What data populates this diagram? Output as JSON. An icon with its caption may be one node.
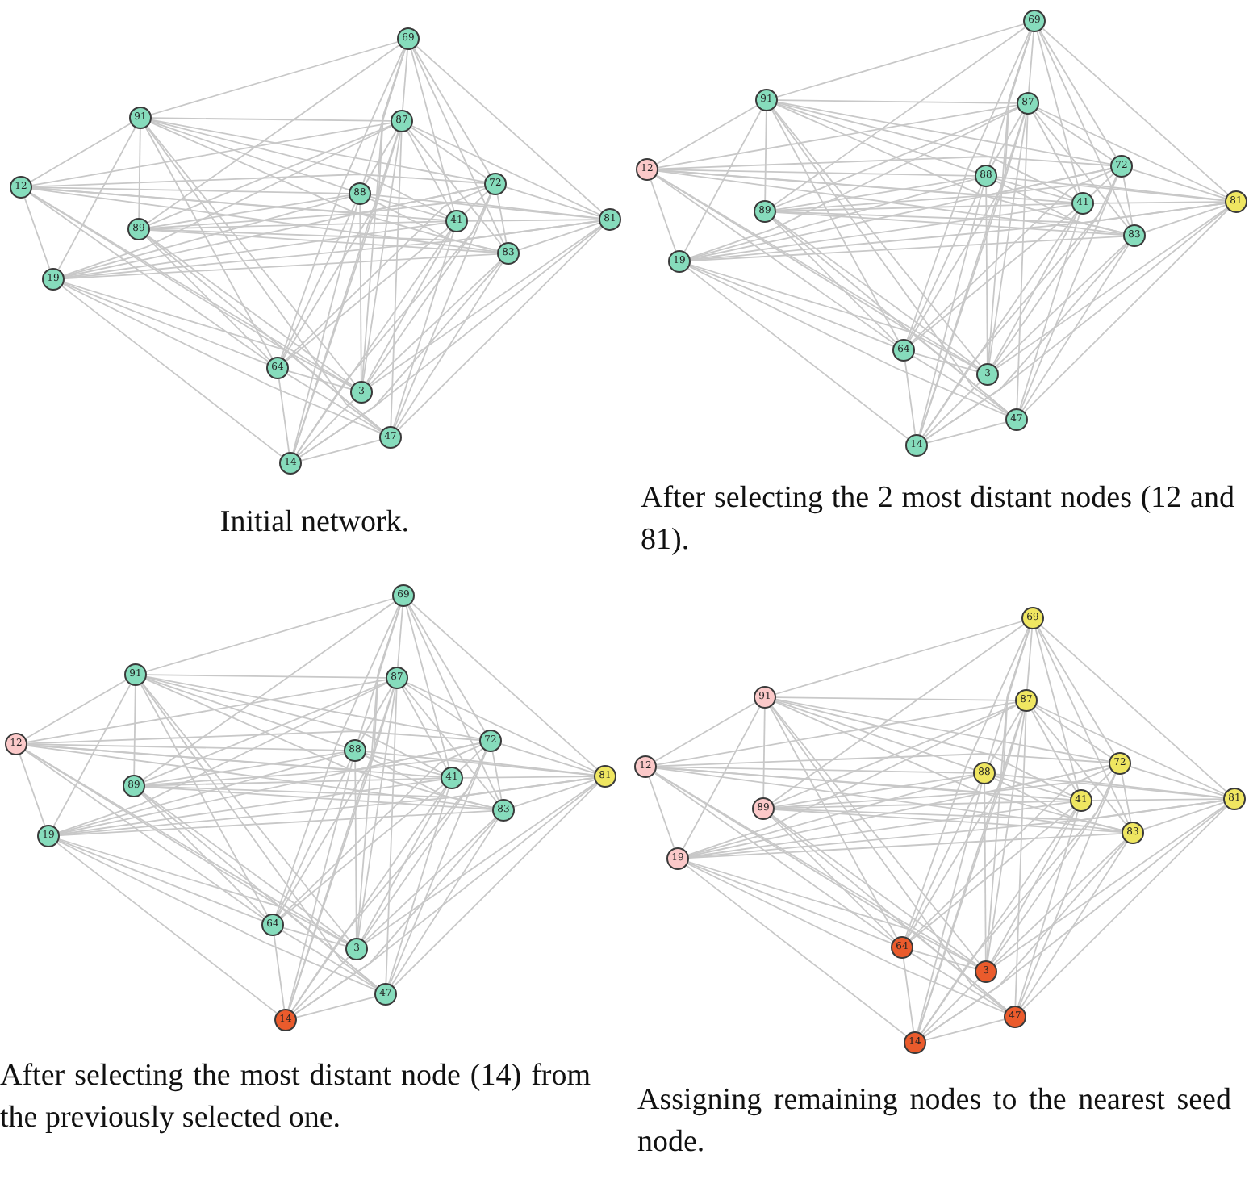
{
  "diagram": {
    "nodes": [
      {
        "text": [
          "69"
        ]
      },
      {
        "text": [
          "91"
        ]
      },
      {
        "text": [
          "87"
        ]
      },
      {
        "text": [
          "12"
        ]
      },
      {
        "text": [
          "88"
        ]
      },
      {
        "text": [
          "72"
        ]
      },
      {
        "text": [
          "89"
        ]
      },
      {
        "text": [
          "41"
        ]
      },
      {
        "text": [
          "81"
        ]
      },
      {
        "text": [
          "19"
        ]
      },
      {
        "text": [
          "83"
        ]
      },
      {
        "text": [
          "64"
        ]
      },
      {
        "text": [
          "3"
        ]
      },
      {
        "text": [
          "47"
        ]
      },
      {
        "text": [
          "14"
        ]
      },
      {
        "text": [
          "69"
        ]
      },
      {
        "text": [
          "91"
        ]
      },
      {
        "text": [
          "87"
        ]
      },
      {
        "text": [
          "12"
        ]
      },
      {
        "text": [
          "88"
        ]
      },
      {
        "text": [
          "72"
        ]
      },
      {
        "text": [
          "89"
        ]
      },
      {
        "text": [
          "41"
        ]
      },
      {
        "text": [
          "81"
        ]
      },
      {
        "text": [
          "19"
        ]
      },
      {
        "text": [
          "83"
        ]
      },
      {
        "text": [
          "64"
        ]
      },
      {
        "text": [
          "3"
        ]
      },
      {
        "text": [
          "47"
        ]
      },
      {
        "text": [
          "14"
        ]
      },
      {
        "text": [
          "69"
        ]
      },
      {
        "text": [
          "91"
        ]
      },
      {
        "text": [
          "87"
        ]
      },
      {
        "text": [
          "12"
        ]
      },
      {
        "text": [
          "88"
        ]
      },
      {
        "text": [
          "72"
        ]
      },
      {
        "text": [
          "89"
        ]
      },
      {
        "text": [
          "41"
        ]
      },
      {
        "text": [
          "81"
        ]
      },
      {
        "text": [
          "19"
        ]
      },
      {
        "text": [
          "83"
        ]
      },
      {
        "text": [
          "64"
        ]
      },
      {
        "text": [
          "3"
        ]
      },
      {
        "text": [
          "47"
        ]
      },
      {
        "text": [
          "14"
        ]
      },
      {
        "text": [
          "69"
        ]
      },
      {
        "text": [
          "91"
        ]
      },
      {
        "text": [
          "87"
        ]
      },
      {
        "text": [
          "12"
        ]
      },
      {
        "text": [
          "88"
        ]
      },
      {
        "text": [
          "72"
        ]
      },
      {
        "text": [
          "89"
        ]
      },
      {
        "text": [
          "41"
        ]
      },
      {
        "text": [
          "81"
        ]
      },
      {
        "text": [
          "19"
        ]
      },
      {
        "text": [
          "83"
        ]
      },
      {
        "text": [
          "64"
        ]
      },
      {
        "text": [
          "3"
        ]
      },
      {
        "text": [
          "47"
        ]
      },
      {
        "text": [
          "14"
        ]
      }
    ],
    "edges": [
      {
        "from": 0,
        "to": 1,
        "arrow": "none"
      },
      {
        "from": 0,
        "to": 6,
        "arrow": "none"
      },
      {
        "from": 0,
        "to": 2,
        "arrow": "none"
      },
      {
        "from": 0,
        "to": 4,
        "arrow": "none"
      },
      {
        "from": 0,
        "to": 7,
        "arrow": "none"
      },
      {
        "from": 0,
        "to": 5,
        "arrow": "none"
      },
      {
        "from": 0,
        "to": 10,
        "arrow": "none"
      },
      {
        "from": 0,
        "to": 8,
        "arrow": "none"
      },
      {
        "from": 0,
        "to": 12,
        "arrow": "none"
      },
      {
        "from": 0,
        "to": 14,
        "arrow": "none"
      },
      {
        "from": 0,
        "to": 11,
        "arrow": "none"
      },
      {
        "from": 1,
        "to": 3,
        "arrow": "none"
      },
      {
        "from": 1,
        "to": 9,
        "arrow": "none"
      },
      {
        "from": 1,
        "to": 6,
        "arrow": "none"
      },
      {
        "from": 1,
        "to": 2,
        "arrow": "none"
      },
      {
        "from": 1,
        "to": 4,
        "arrow": "none"
      },
      {
        "from": 1,
        "to": 7,
        "arrow": "none"
      },
      {
        "from": 1,
        "to": 5,
        "arrow": "none"
      },
      {
        "from": 1,
        "to": 10,
        "arrow": "none"
      },
      {
        "from": 1,
        "to": 11,
        "arrow": "none"
      },
      {
        "from": 1,
        "to": 12,
        "arrow": "none"
      },
      {
        "from": 1,
        "to": 13,
        "arrow": "none"
      },
      {
        "from": 2,
        "to": 3,
        "arrow": "none"
      },
      {
        "from": 2,
        "to": 6,
        "arrow": "none"
      },
      {
        "from": 2,
        "to": 9,
        "arrow": "none"
      },
      {
        "from": 2,
        "to": 4,
        "arrow": "none"
      },
      {
        "from": 2,
        "to": 7,
        "arrow": "none"
      },
      {
        "from": 2,
        "to": 5,
        "arrow": "none"
      },
      {
        "from": 2,
        "to": 10,
        "arrow": "none"
      },
      {
        "from": 2,
        "to": 8,
        "arrow": "none"
      },
      {
        "from": 2,
        "to": 11,
        "arrow": "none"
      },
      {
        "from": 2,
        "to": 12,
        "arrow": "none"
      },
      {
        "from": 2,
        "to": 13,
        "arrow": "none"
      },
      {
        "from": 2,
        "to": 14,
        "arrow": "none"
      },
      {
        "from": 3,
        "to": 5,
        "arrow": "none"
      },
      {
        "from": 3,
        "to": 4,
        "arrow": "none"
      },
      {
        "from": 3,
        "to": 7,
        "arrow": "none"
      },
      {
        "from": 3,
        "to": 9,
        "arrow": "none"
      },
      {
        "from": 3,
        "to": 11,
        "arrow": "none"
      },
      {
        "from": 3,
        "to": 13,
        "arrow": "none"
      },
      {
        "from": 3,
        "to": 12,
        "arrow": "none"
      },
      {
        "from": 3,
        "to": 8,
        "arrow": "none"
      },
      {
        "from": 3,
        "to": 10,
        "arrow": "none"
      },
      {
        "from": 4,
        "to": 6,
        "arrow": "none"
      },
      {
        "from": 4,
        "to": 9,
        "arrow": "none"
      },
      {
        "from": 4,
        "to": 8,
        "arrow": "none"
      },
      {
        "from": 4,
        "to": 10,
        "arrow": "none"
      },
      {
        "from": 4,
        "to": 11,
        "arrow": "none"
      },
      {
        "from": 4,
        "to": 12,
        "arrow": "none"
      },
      {
        "from": 4,
        "to": 14,
        "arrow": "none"
      },
      {
        "from": 4,
        "to": 7,
        "arrow": "none"
      },
      {
        "from": 5,
        "to": 6,
        "arrow": "none"
      },
      {
        "from": 5,
        "to": 9,
        "arrow": "none"
      },
      {
        "from": 5,
        "to": 8,
        "arrow": "none"
      },
      {
        "from": 5,
        "to": 7,
        "arrow": "none"
      },
      {
        "from": 5,
        "to": 10,
        "arrow": "none"
      },
      {
        "from": 5,
        "to": 12,
        "arrow": "none"
      },
      {
        "from": 5,
        "to": 13,
        "arrow": "none"
      },
      {
        "from": 5,
        "to": 14,
        "arrow": "none"
      },
      {
        "from": 5,
        "to": 11,
        "arrow": "none"
      },
      {
        "from": 6,
        "to": 7,
        "arrow": "none"
      },
      {
        "from": 6,
        "to": 8,
        "arrow": "none"
      },
      {
        "from": 6,
        "to": 10,
        "arrow": "none"
      },
      {
        "from": 6,
        "to": 11,
        "arrow": "none"
      },
      {
        "from": 6,
        "to": 12,
        "arrow": "none"
      },
      {
        "from": 6,
        "to": 13,
        "arrow": "none"
      },
      {
        "from": 7,
        "to": 9,
        "arrow": "none"
      },
      {
        "from": 7,
        "to": 8,
        "arrow": "none"
      },
      {
        "from": 7,
        "to": 11,
        "arrow": "none"
      },
      {
        "from": 7,
        "to": 12,
        "arrow": "none"
      },
      {
        "from": 7,
        "to": 13,
        "arrow": "none"
      },
      {
        "from": 7,
        "to": 14,
        "arrow": "none"
      },
      {
        "from": 8,
        "to": 9,
        "arrow": "none"
      },
      {
        "from": 8,
        "to": 10,
        "arrow": "none"
      },
      {
        "from": 8,
        "to": 12,
        "arrow": "none"
      },
      {
        "from": 8,
        "to": 13,
        "arrow": "none"
      },
      {
        "from": 8,
        "to": 14,
        "arrow": "none"
      },
      {
        "from": 9,
        "to": 10,
        "arrow": "none"
      },
      {
        "from": 9,
        "to": 11,
        "arrow": "none"
      },
      {
        "from": 9,
        "to": 12,
        "arrow": "none"
      },
      {
        "from": 9,
        "to": 13,
        "arrow": "none"
      },
      {
        "from": 9,
        "to": 14,
        "arrow": "none"
      },
      {
        "from": 10,
        "to": 12,
        "arrow": "none"
      },
      {
        "from": 10,
        "to": 14,
        "arrow": "none"
      },
      {
        "from": 10,
        "to": 13,
        "arrow": "none"
      },
      {
        "from": 11,
        "to": 12,
        "arrow": "none"
      },
      {
        "from": 11,
        "to": 13,
        "arrow": "none"
      },
      {
        "from": 11,
        "to": 14,
        "arrow": "none"
      },
      {
        "from": 12,
        "to": 14,
        "arrow": "none"
      },
      {
        "from": 13,
        "to": 14,
        "arrow": "none"
      },
      {
        "from": 15,
        "to": 16,
        "arrow": "none"
      },
      {
        "from": 15,
        "to": 21,
        "arrow": "none"
      },
      {
        "from": 15,
        "to": 17,
        "arrow": "none"
      },
      {
        "from": 15,
        "to": 19,
        "arrow": "none"
      },
      {
        "from": 15,
        "to": 22,
        "arrow": "none"
      },
      {
        "from": 15,
        "to": 20,
        "arrow": "none"
      },
      {
        "from": 15,
        "to": 25,
        "arrow": "none"
      },
      {
        "from": 15,
        "to": 23,
        "arrow": "none"
      },
      {
        "from": 15,
        "to": 27,
        "arrow": "none"
      },
      {
        "from": 15,
        "to": 29,
        "arrow": "none"
      },
      {
        "from": 15,
        "to": 26,
        "arrow": "none"
      },
      {
        "from": 16,
        "to": 18,
        "arrow": "none"
      },
      {
        "from": 16,
        "to": 24,
        "arrow": "none"
      },
      {
        "from": 16,
        "to": 21,
        "arrow": "none"
      },
      {
        "from": 16,
        "to": 17,
        "arrow": "none"
      },
      {
        "from": 16,
        "to": 19,
        "arrow": "none"
      },
      {
        "from": 16,
        "to": 22,
        "arrow": "none"
      },
      {
        "from": 16,
        "to": 20,
        "arrow": "none"
      },
      {
        "from": 16,
        "to": 25,
        "arrow": "none"
      },
      {
        "from": 16,
        "to": 26,
        "arrow": "none"
      },
      {
        "from": 16,
        "to": 27,
        "arrow": "none"
      },
      {
        "from": 16,
        "to": 28,
        "arrow": "none"
      },
      {
        "from": 17,
        "to": 18,
        "arrow": "none"
      },
      {
        "from": 17,
        "to": 21,
        "arrow": "none"
      },
      {
        "from": 17,
        "to": 24,
        "arrow": "none"
      },
      {
        "from": 17,
        "to": 19,
        "arrow": "none"
      },
      {
        "from": 17,
        "to": 22,
        "arrow": "none"
      },
      {
        "from": 17,
        "to": 20,
        "arrow": "none"
      },
      {
        "from": 17,
        "to": 25,
        "arrow": "none"
      },
      {
        "from": 17,
        "to": 23,
        "arrow": "none"
      },
      {
        "from": 17,
        "to": 26,
        "arrow": "none"
      },
      {
        "from": 17,
        "to": 27,
        "arrow": "none"
      },
      {
        "from": 17,
        "to": 28,
        "arrow": "none"
      },
      {
        "from": 17,
        "to": 29,
        "arrow": "none"
      },
      {
        "from": 18,
        "to": 20,
        "arrow": "none"
      },
      {
        "from": 18,
        "to": 19,
        "arrow": "none"
      },
      {
        "from": 18,
        "to": 22,
        "arrow": "none"
      },
      {
        "from": 18,
        "to": 24,
        "arrow": "none"
      },
      {
        "from": 18,
        "to": 26,
        "arrow": "none"
      },
      {
        "from": 18,
        "to": 28,
        "arrow": "none"
      },
      {
        "from": 18,
        "to": 27,
        "arrow": "none"
      },
      {
        "from": 18,
        "to": 23,
        "arrow": "none"
      },
      {
        "from": 18,
        "to": 25,
        "arrow": "none"
      },
      {
        "from": 19,
        "to": 21,
        "arrow": "none"
      },
      {
        "from": 19,
        "to": 24,
        "arrow": "none"
      },
      {
        "from": 19,
        "to": 23,
        "arrow": "none"
      },
      {
        "from": 19,
        "to": 25,
        "arrow": "none"
      },
      {
        "from": 19,
        "to": 26,
        "arrow": "none"
      },
      {
        "from": 19,
        "to": 27,
        "arrow": "none"
      },
      {
        "from": 19,
        "to": 29,
        "arrow": "none"
      },
      {
        "from": 19,
        "to": 22,
        "arrow": "none"
      },
      {
        "from": 20,
        "to": 21,
        "arrow": "none"
      },
      {
        "from": 20,
        "to": 24,
        "arrow": "none"
      },
      {
        "from": 20,
        "to": 23,
        "arrow": "none"
      },
      {
        "from": 20,
        "to": 22,
        "arrow": "none"
      },
      {
        "from": 20,
        "to": 25,
        "arrow": "none"
      },
      {
        "from": 20,
        "to": 27,
        "arrow": "none"
      },
      {
        "from": 20,
        "to": 28,
        "arrow": "none"
      },
      {
        "from": 20,
        "to": 29,
        "arrow": "none"
      },
      {
        "from": 20,
        "to": 26,
        "arrow": "none"
      },
      {
        "from": 21,
        "to": 22,
        "arrow": "none"
      },
      {
        "from": 21,
        "to": 23,
        "arrow": "none"
      },
      {
        "from": 21,
        "to": 25,
        "arrow": "none"
      },
      {
        "from": 21,
        "to": 26,
        "arrow": "none"
      },
      {
        "from": 21,
        "to": 27,
        "arrow": "none"
      },
      {
        "from": 21,
        "to": 28,
        "arrow": "none"
      },
      {
        "from": 22,
        "to": 24,
        "arrow": "none"
      },
      {
        "from": 22,
        "to": 23,
        "arrow": "none"
      },
      {
        "from": 22,
        "to": 26,
        "arrow": "none"
      },
      {
        "from": 22,
        "to": 27,
        "arrow": "none"
      },
      {
        "from": 22,
        "to": 28,
        "arrow": "none"
      },
      {
        "from": 22,
        "to": 29,
        "arrow": "none"
      },
      {
        "from": 23,
        "to": 24,
        "arrow": "none"
      },
      {
        "from": 23,
        "to": 25,
        "arrow": "none"
      },
      {
        "from": 23,
        "to": 27,
        "arrow": "none"
      },
      {
        "from": 23,
        "to": 28,
        "arrow": "none"
      },
      {
        "from": 23,
        "to": 29,
        "arrow": "none"
      },
      {
        "from": 24,
        "to": 25,
        "arrow": "none"
      },
      {
        "from": 24,
        "to": 26,
        "arrow": "none"
      },
      {
        "from": 24,
        "to": 27,
        "arrow": "none"
      },
      {
        "from": 24,
        "to": 28,
        "arrow": "none"
      },
      {
        "from": 24,
        "to": 29,
        "arrow": "none"
      },
      {
        "from": 25,
        "to": 27,
        "arrow": "none"
      },
      {
        "from": 25,
        "to": 29,
        "arrow": "none"
      },
      {
        "from": 25,
        "to": 28,
        "arrow": "none"
      },
      {
        "from": 26,
        "to": 27,
        "arrow": "none"
      },
      {
        "from": 26,
        "to": 28,
        "arrow": "none"
      },
      {
        "from": 26,
        "to": 29,
        "arrow": "none"
      },
      {
        "from": 27,
        "to": 29,
        "arrow": "none"
      },
      {
        "from": 28,
        "to": 29,
        "arrow": "none"
      },
      {
        "from": 30,
        "to": 31,
        "arrow": "none"
      },
      {
        "from": 30,
        "to": 36,
        "arrow": "none"
      },
      {
        "from": 30,
        "to": 32,
        "arrow": "none"
      },
      {
        "from": 30,
        "to": 34,
        "arrow": "none"
      },
      {
        "from": 30,
        "to": 37,
        "arrow": "none"
      },
      {
        "from": 30,
        "to": 35,
        "arrow": "none"
      },
      {
        "from": 30,
        "to": 40,
        "arrow": "none"
      },
      {
        "from": 30,
        "to": 38,
        "arrow": "none"
      },
      {
        "from": 30,
        "to": 42,
        "arrow": "none"
      },
      {
        "from": 30,
        "to": 44,
        "arrow": "none"
      },
      {
        "from": 30,
        "to": 41,
        "arrow": "none"
      },
      {
        "from": 31,
        "to": 33,
        "arrow": "none"
      },
      {
        "from": 31,
        "to": 39,
        "arrow": "none"
      },
      {
        "from": 31,
        "to": 36,
        "arrow": "none"
      },
      {
        "from": 31,
        "to": 32,
        "arrow": "none"
      },
      {
        "from": 31,
        "to": 34,
        "arrow": "none"
      },
      {
        "from": 31,
        "to": 37,
        "arrow": "none"
      },
      {
        "from": 31,
        "to": 35,
        "arrow": "none"
      },
      {
        "from": 31,
        "to": 40,
        "arrow": "none"
      },
      {
        "from": 31,
        "to": 41,
        "arrow": "none"
      },
      {
        "from": 31,
        "to": 42,
        "arrow": "none"
      },
      {
        "from": 31,
        "to": 43,
        "arrow": "none"
      },
      {
        "from": 32,
        "to": 33,
        "arrow": "none"
      },
      {
        "from": 32,
        "to": 36,
        "arrow": "none"
      },
      {
        "from": 32,
        "to": 39,
        "arrow": "none"
      },
      {
        "from": 32,
        "to": 34,
        "arrow": "none"
      },
      {
        "from": 32,
        "to": 37,
        "arrow": "none"
      },
      {
        "from": 32,
        "to": 35,
        "arrow": "none"
      },
      {
        "from": 32,
        "to": 40,
        "arrow": "none"
      },
      {
        "from": 32,
        "to": 38,
        "arrow": "none"
      },
      {
        "from": 32,
        "to": 41,
        "arrow": "none"
      },
      {
        "from": 32,
        "to": 42,
        "arrow": "none"
      },
      {
        "from": 32,
        "to": 43,
        "arrow": "none"
      },
      {
        "from": 32,
        "to": 44,
        "arrow": "none"
      },
      {
        "from": 33,
        "to": 35,
        "arrow": "none"
      },
      {
        "from": 33,
        "to": 34,
        "arrow": "none"
      },
      {
        "from": 33,
        "to": 37,
        "arrow": "none"
      },
      {
        "from": 33,
        "to": 39,
        "arrow": "none"
      },
      {
        "from": 33,
        "to": 41,
        "arrow": "none"
      },
      {
        "from": 33,
        "to": 43,
        "arrow": "none"
      },
      {
        "from": 33,
        "to": 42,
        "arrow": "none"
      },
      {
        "from": 33,
        "to": 38,
        "arrow": "none"
      },
      {
        "from": 33,
        "to": 40,
        "arrow": "none"
      },
      {
        "from": 34,
        "to": 36,
        "arrow": "none"
      },
      {
        "from": 34,
        "to": 39,
        "arrow": "none"
      },
      {
        "from": 34,
        "to": 38,
        "arrow": "none"
      },
      {
        "from": 34,
        "to": 40,
        "arrow": "none"
      },
      {
        "from": 34,
        "to": 41,
        "arrow": "none"
      },
      {
        "from": 34,
        "to": 42,
        "arrow": "none"
      },
      {
        "from": 34,
        "to": 44,
        "arrow": "none"
      },
      {
        "from": 34,
        "to": 37,
        "arrow": "none"
      },
      {
        "from": 35,
        "to": 36,
        "arrow": "none"
      },
      {
        "from": 35,
        "to": 39,
        "arrow": "none"
      },
      {
        "from": 35,
        "to": 38,
        "arrow": "none"
      },
      {
        "from": 35,
        "to": 37,
        "arrow": "none"
      },
      {
        "from": 35,
        "to": 40,
        "arrow": "none"
      },
      {
        "from": 35,
        "to": 42,
        "arrow": "none"
      },
      {
        "from": 35,
        "to": 43,
        "arrow": "none"
      },
      {
        "from": 35,
        "to": 44,
        "arrow": "none"
      },
      {
        "from": 35,
        "to": 41,
        "arrow": "none"
      },
      {
        "from": 36,
        "to": 37,
        "arrow": "none"
      },
      {
        "from": 36,
        "to": 38,
        "arrow": "none"
      },
      {
        "from": 36,
        "to": 40,
        "arrow": "none"
      },
      {
        "from": 36,
        "to": 41,
        "arrow": "none"
      },
      {
        "from": 36,
        "to": 42,
        "arrow": "none"
      },
      {
        "from": 36,
        "to": 43,
        "arrow": "none"
      },
      {
        "from": 37,
        "to": 39,
        "arrow": "none"
      },
      {
        "from": 37,
        "to": 38,
        "arrow": "none"
      },
      {
        "from": 37,
        "to": 41,
        "arrow": "none"
      },
      {
        "from": 37,
        "to": 42,
        "arrow": "none"
      },
      {
        "from": 37,
        "to": 43,
        "arrow": "none"
      },
      {
        "from": 37,
        "to": 44,
        "arrow": "none"
      },
      {
        "from": 38,
        "to": 39,
        "arrow": "none"
      },
      {
        "from": 38,
        "to": 40,
        "arrow": "none"
      },
      {
        "from": 38,
        "to": 42,
        "arrow": "none"
      },
      {
        "from": 38,
        "to": 43,
        "arrow": "none"
      },
      {
        "from": 38,
        "to": 44,
        "arrow": "none"
      },
      {
        "from": 39,
        "to": 40,
        "arrow": "none"
      },
      {
        "from": 39,
        "to": 41,
        "arrow": "none"
      },
      {
        "from": 39,
        "to": 42,
        "arrow": "none"
      },
      {
        "from": 39,
        "to": 43,
        "arrow": "none"
      },
      {
        "from": 39,
        "to": 44,
        "arrow": "none"
      },
      {
        "from": 40,
        "to": 42,
        "arrow": "none"
      },
      {
        "from": 40,
        "to": 44,
        "arrow": "none"
      },
      {
        "from": 40,
        "to": 43,
        "arrow": "none"
      },
      {
        "from": 41,
        "to": 42,
        "arrow": "none"
      },
      {
        "from": 41,
        "to": 43,
        "arrow": "none"
      },
      {
        "from": 41,
        "to": 44,
        "arrow": "none"
      },
      {
        "from": 42,
        "to": 44,
        "arrow": "none"
      },
      {
        "from": 43,
        "to": 44,
        "arrow": "none"
      },
      {
        "from": 45,
        "to": 46,
        "arrow": "none"
      },
      {
        "from": 45,
        "to": 51,
        "arrow": "none"
      },
      {
        "from": 45,
        "to": 47,
        "arrow": "none"
      },
      {
        "from": 45,
        "to": 49,
        "arrow": "none"
      },
      {
        "from": 45,
        "to": 52,
        "arrow": "none"
      },
      {
        "from": 45,
        "to": 50,
        "arrow": "none"
      },
      {
        "from": 45,
        "to": 55,
        "arrow": "none"
      },
      {
        "from": 45,
        "to": 53,
        "arrow": "none"
      },
      {
        "from": 45,
        "to": 57,
        "arrow": "none"
      },
      {
        "from": 45,
        "to": 59,
        "arrow": "none"
      },
      {
        "from": 45,
        "to": 56,
        "arrow": "none"
      },
      {
        "from": 46,
        "to": 48,
        "arrow": "none"
      },
      {
        "from": 46,
        "to": 54,
        "arrow": "none"
      },
      {
        "from": 46,
        "to": 51,
        "arrow": "none"
      },
      {
        "from": 46,
        "to": 47,
        "arrow": "none"
      },
      {
        "from": 46,
        "to": 49,
        "arrow": "none"
      },
      {
        "from": 46,
        "to": 52,
        "arrow": "none"
      },
      {
        "from": 46,
        "to": 50,
        "arrow": "none"
      },
      {
        "from": 46,
        "to": 55,
        "arrow": "none"
      },
      {
        "from": 46,
        "to": 56,
        "arrow": "none"
      },
      {
        "from": 46,
        "to": 57,
        "arrow": "none"
      },
      {
        "from": 46,
        "to": 58,
        "arrow": "none"
      },
      {
        "from": 47,
        "to": 48,
        "arrow": "none"
      },
      {
        "from": 47,
        "to": 51,
        "arrow": "none"
      },
      {
        "from": 47,
        "to": 54,
        "arrow": "none"
      },
      {
        "from": 47,
        "to": 49,
        "arrow": "none"
      },
      {
        "from": 47,
        "to": 52,
        "arrow": "none"
      },
      {
        "from": 47,
        "to": 50,
        "arrow": "none"
      },
      {
        "from": 47,
        "to": 55,
        "arrow": "none"
      },
      {
        "from": 47,
        "to": 53,
        "arrow": "none"
      },
      {
        "from": 47,
        "to": 56,
        "arrow": "none"
      },
      {
        "from": 47,
        "to": 57,
        "arrow": "none"
      },
      {
        "from": 47,
        "to": 58,
        "arrow": "none"
      },
      {
        "from": 47,
        "to": 59,
        "arrow": "none"
      },
      {
        "from": 48,
        "to": 50,
        "arrow": "none"
      },
      {
        "from": 48,
        "to": 49,
        "arrow": "none"
      },
      {
        "from": 48,
        "to": 52,
        "arrow": "none"
      },
      {
        "from": 48,
        "to": 54,
        "arrow": "none"
      },
      {
        "from": 48,
        "to": 56,
        "arrow": "none"
      },
      {
        "from": 48,
        "to": 58,
        "arrow": "none"
      },
      {
        "from": 48,
        "to": 57,
        "arrow": "none"
      },
      {
        "from": 48,
        "to": 53,
        "arrow": "none"
      },
      {
        "from": 48,
        "to": 55,
        "arrow": "none"
      },
      {
        "from": 49,
        "to": 51,
        "arrow": "none"
      },
      {
        "from": 49,
        "to": 54,
        "arrow": "none"
      },
      {
        "from": 49,
        "to": 53,
        "arrow": "none"
      },
      {
        "from": 49,
        "to": 55,
        "arrow": "none"
      },
      {
        "from": 49,
        "to": 56,
        "arrow": "none"
      },
      {
        "from": 49,
        "to": 57,
        "arrow": "none"
      },
      {
        "from": 49,
        "to": 59,
        "arrow": "none"
      },
      {
        "from": 49,
        "to": 52,
        "arrow": "none"
      },
      {
        "from": 50,
        "to": 51,
        "arrow": "none"
      },
      {
        "from": 50,
        "to": 54,
        "arrow": "none"
      },
      {
        "from": 50,
        "to": 53,
        "arrow": "none"
      },
      {
        "from": 50,
        "to": 52,
        "arrow": "none"
      },
      {
        "from": 50,
        "to": 55,
        "arrow": "none"
      },
      {
        "from": 50,
        "to": 57,
        "arrow": "none"
      },
      {
        "from": 50,
        "to": 58,
        "arrow": "none"
      },
      {
        "from": 50,
        "to": 59,
        "arrow": "none"
      },
      {
        "from": 50,
        "to": 56,
        "arrow": "none"
      },
      {
        "from": 51,
        "to": 52,
        "arrow": "none"
      },
      {
        "from": 51,
        "to": 53,
        "arrow": "none"
      },
      {
        "from": 51,
        "to": 55,
        "arrow": "none"
      },
      {
        "from": 51,
        "to": 56,
        "arrow": "none"
      },
      {
        "from": 51,
        "to": 57,
        "arrow": "none"
      },
      {
        "from": 51,
        "to": 58,
        "arrow": "none"
      },
      {
        "from": 52,
        "to": 54,
        "arrow": "none"
      },
      {
        "from": 52,
        "to": 53,
        "arrow": "none"
      },
      {
        "from": 52,
        "to": 56,
        "arrow": "none"
      },
      {
        "from": 52,
        "to": 57,
        "arrow": "none"
      },
      {
        "from": 52,
        "to": 58,
        "arrow": "none"
      },
      {
        "from": 52,
        "to": 59,
        "arrow": "none"
      },
      {
        "from": 53,
        "to": 54,
        "arrow": "none"
      },
      {
        "from": 53,
        "to": 55,
        "arrow": "none"
      },
      {
        "from": 53,
        "to": 57,
        "arrow": "none"
      },
      {
        "from": 53,
        "to": 58,
        "arrow": "none"
      },
      {
        "from": 53,
        "to": 59,
        "arrow": "none"
      },
      {
        "from": 54,
        "to": 55,
        "arrow": "none"
      },
      {
        "from": 54,
        "to": 56,
        "arrow": "none"
      },
      {
        "from": 54,
        "to": 57,
        "arrow": "none"
      },
      {
        "from": 54,
        "to": 58,
        "arrow": "none"
      },
      {
        "from": 54,
        "to": 59,
        "arrow": "none"
      },
      {
        "from": 55,
        "to": 57,
        "arrow": "none"
      },
      {
        "from": 55,
        "to": 59,
        "arrow": "none"
      },
      {
        "from": 55,
        "to": 58,
        "arrow": "none"
      },
      {
        "from": 56,
        "to": 57,
        "arrow": "none"
      },
      {
        "from": 56,
        "to": 58,
        "arrow": "none"
      },
      {
        "from": 56,
        "to": 59,
        "arrow": "none"
      },
      {
        "from": 57,
        "to": 59,
        "arrow": "none"
      },
      {
        "from": 58,
        "to": 59,
        "arrow": "none"
      }
    ],
    "labels": [
      "Initial network.",
      "After selecting the 2 most distant nodes (12 and 81).",
      "After selecting the most distant node (14) from the previously selected one.",
      "Assigning remaining nodes to the nearest seed node."
    ]
  }
}
